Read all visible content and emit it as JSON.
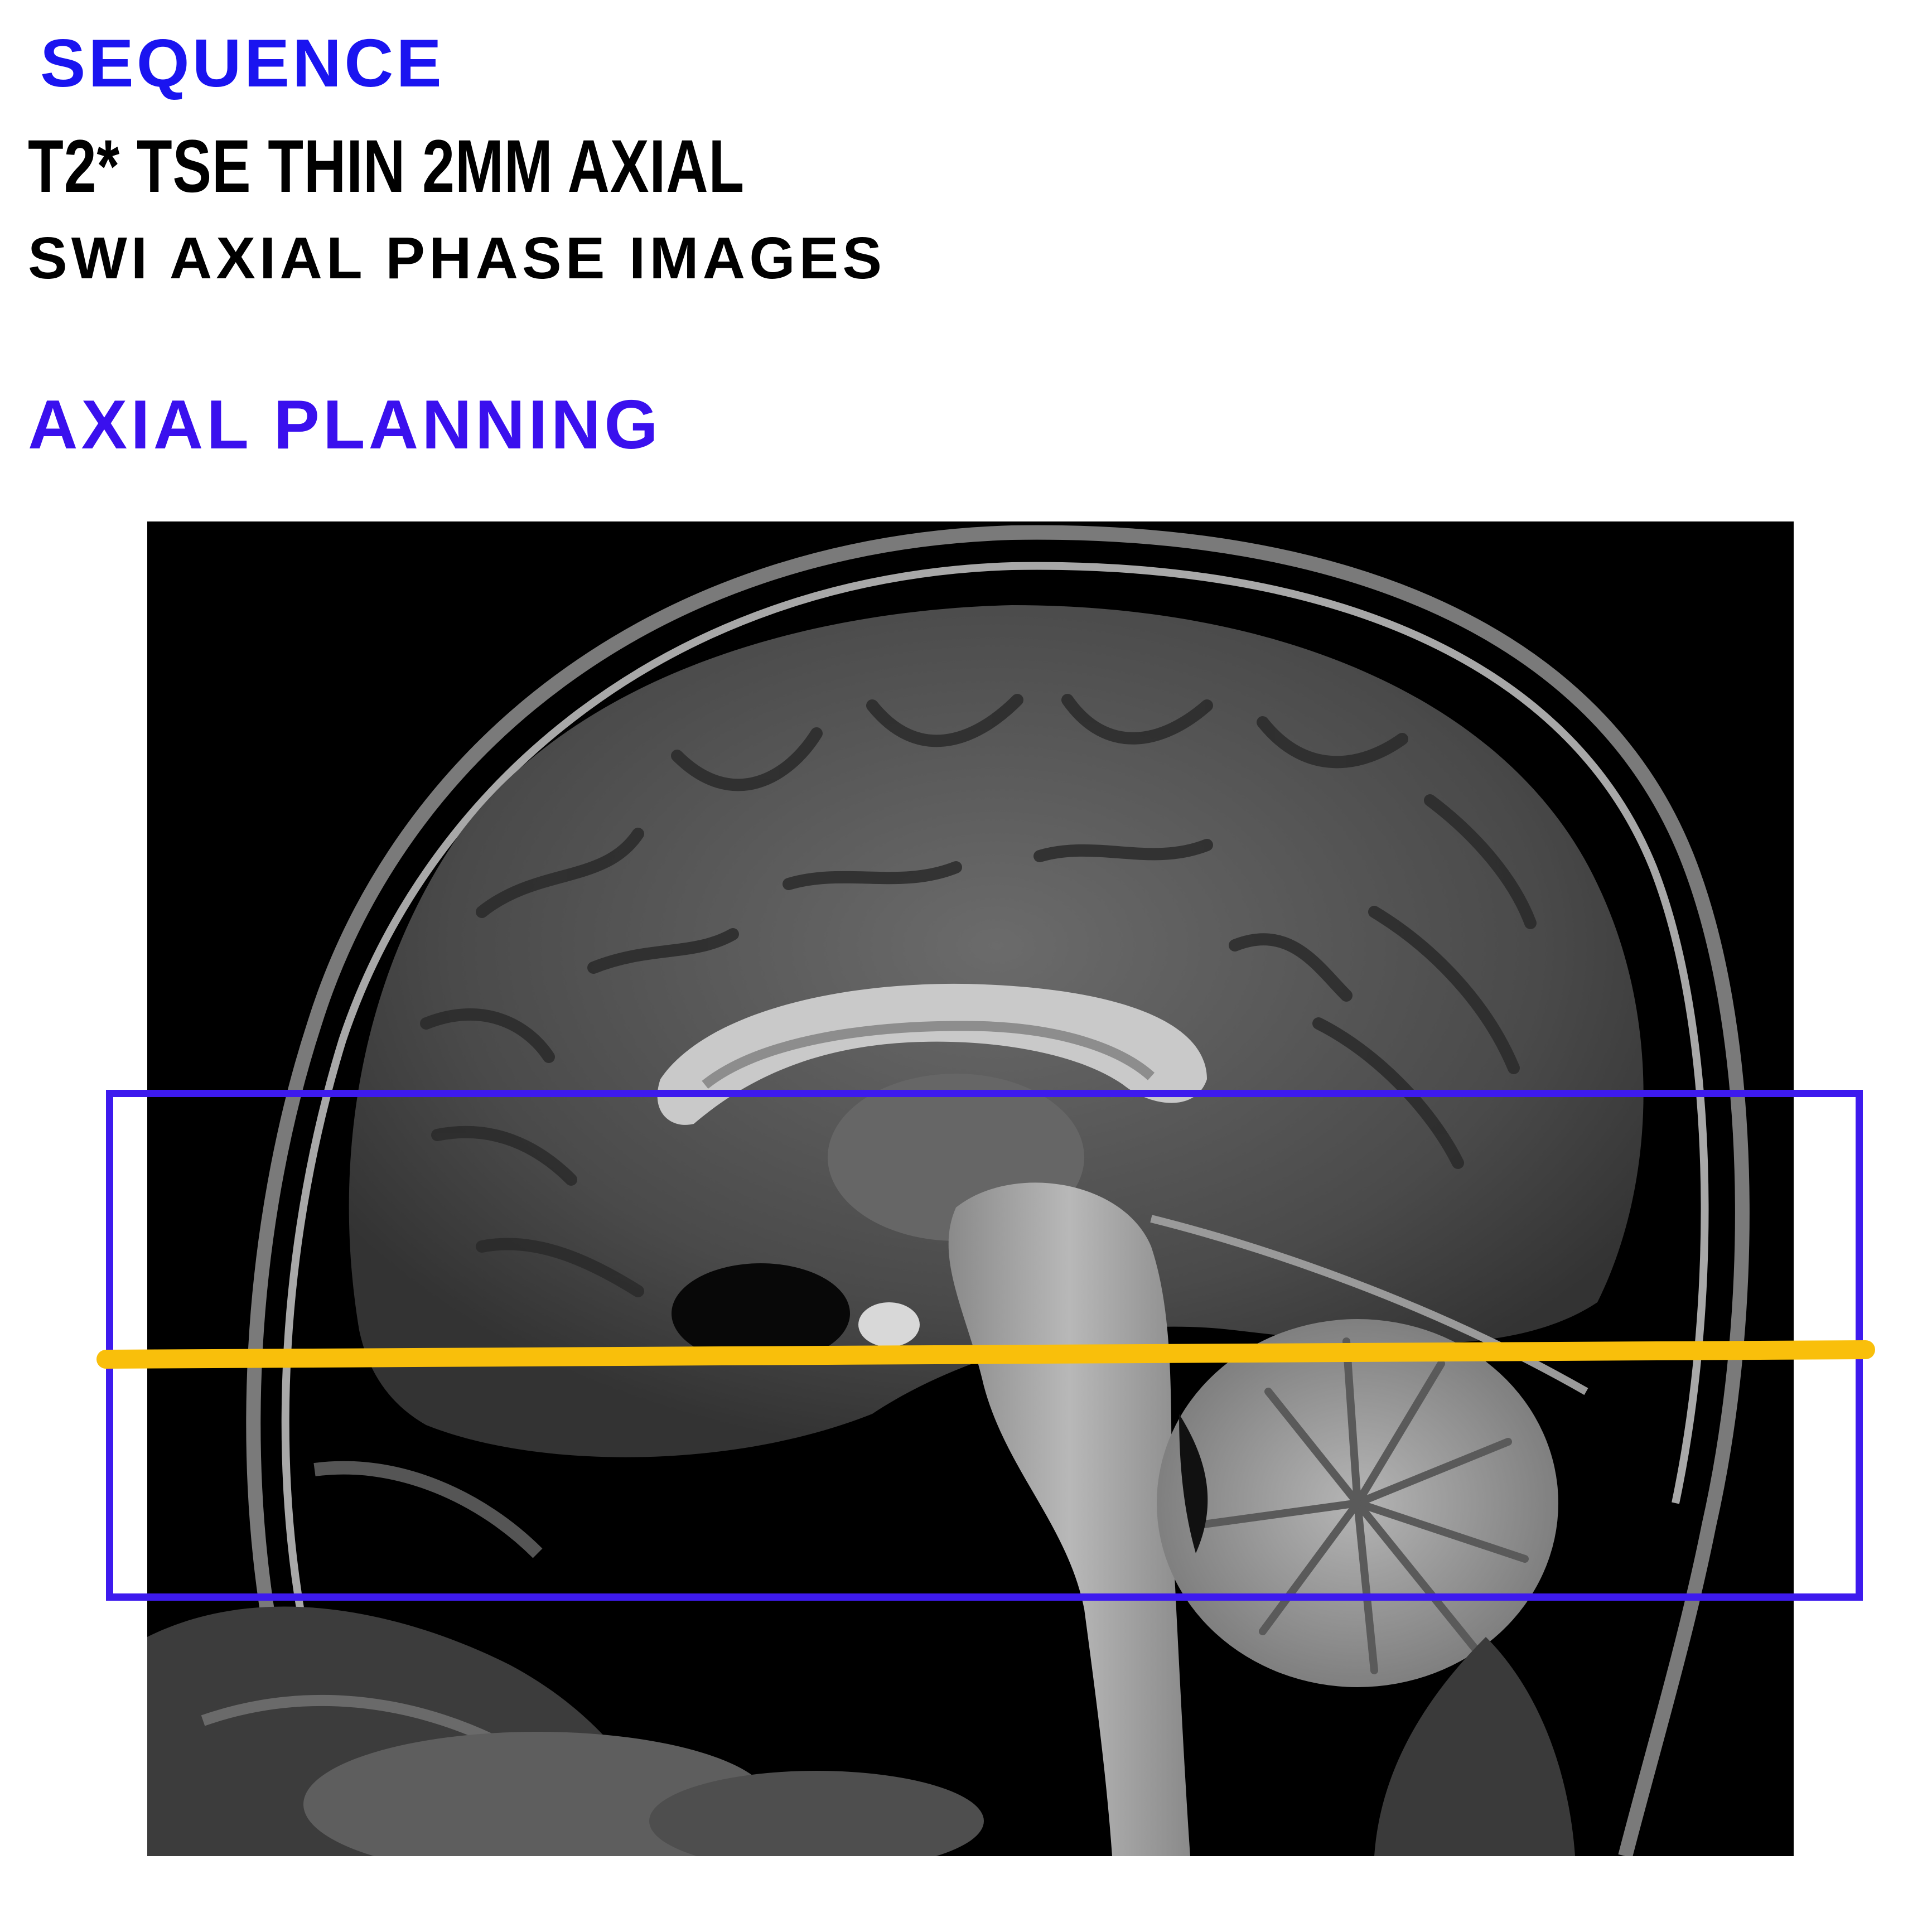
{
  "sequence_heading": "SEQUENCE",
  "sequences": [
    "T2* TSE THIN 2MM AXIAL",
    "SWI AXIAL PHASE IMAGES"
  ],
  "planning_heading": "AXIAL PLANNING",
  "colors": {
    "sequence_heading": "#1a14f0",
    "planning_heading": "#3a10ee",
    "planning_box": "#3d1aee",
    "planning_line": "#f9bf0b"
  },
  "image": {
    "subject": "sagittal-brain-mri-icon"
  }
}
